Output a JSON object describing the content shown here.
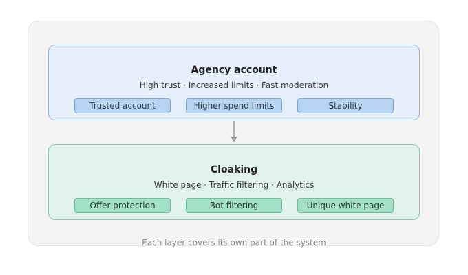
{
  "layers": [
    {
      "title": "Agency account",
      "subtitle": "High trust · Increased limits · Fast moderation",
      "tags": [
        "Trusted account",
        "Higher spend limits",
        "Stability"
      ],
      "fill": "#e5effa",
      "stroke": "#8bb6e6"
    },
    {
      "title": "Cloaking",
      "subtitle": "White page · Traffic filtering · Analytics",
      "tags": [
        "Offer protection",
        "Bot filtering",
        "Unique white page"
      ],
      "fill": "#e1f3ec",
      "stroke": "#86cbae"
    }
  ],
  "caption": "Each layer covers its own part of the system"
}
